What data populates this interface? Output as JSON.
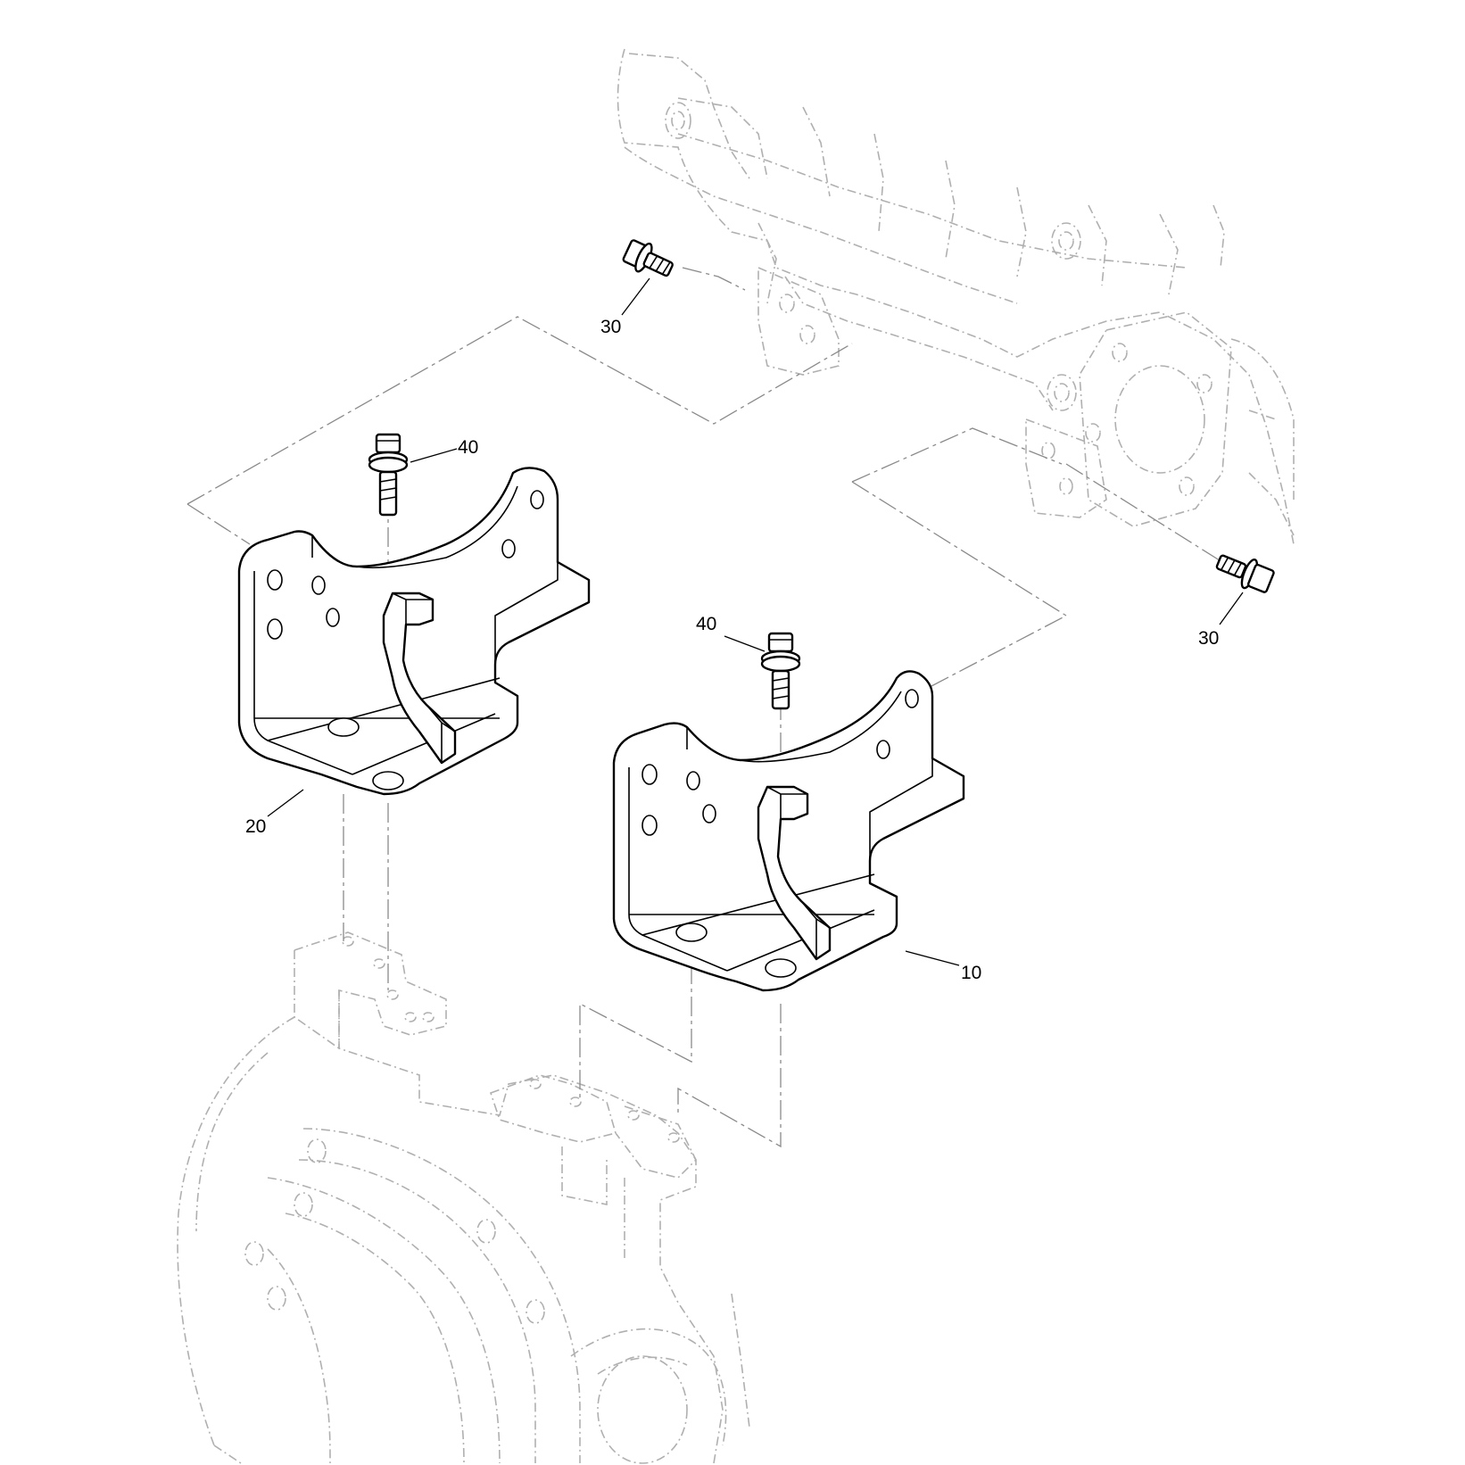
{
  "callouts": [
    {
      "id": "c10",
      "label": "10"
    },
    {
      "id": "c20",
      "label": "20"
    },
    {
      "id": "c30a",
      "label": "30"
    },
    {
      "id": "c30b",
      "label": "30"
    },
    {
      "id": "c40a",
      "label": "40"
    },
    {
      "id": "c40b",
      "label": "40"
    }
  ],
  "colors": {
    "line": "#000000",
    "ghost": "#b0b0b0",
    "background": "#ffffff"
  }
}
